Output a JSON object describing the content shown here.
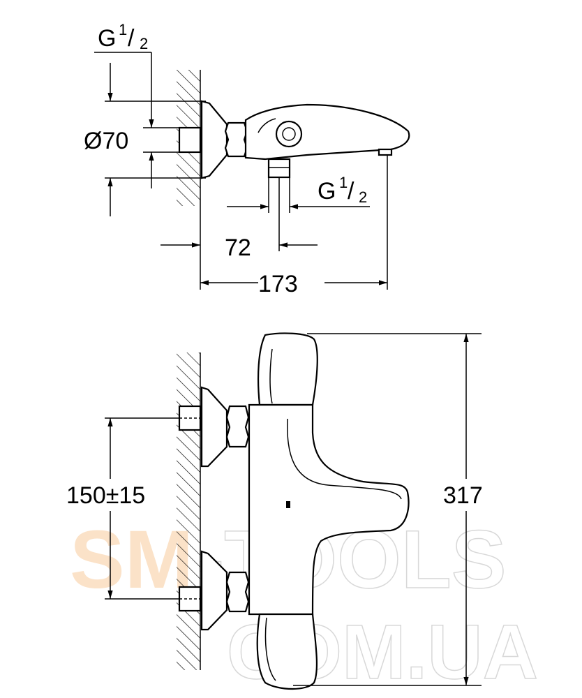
{
  "top_view": {
    "thread_label_top": {
      "letter": "G",
      "num": "1",
      "den": "2"
    },
    "diameter_label": "Ø70",
    "thread_label_outlet": {
      "letter": "G",
      "num": "1",
      "den": "2"
    },
    "dim_72": "72",
    "dim_173": "173"
  },
  "front_view": {
    "dim_centers": "150±15",
    "dim_height": "317"
  },
  "watermark": {
    "part1": "SM",
    "part2": "-TOOLS",
    "line2": "COM.UA"
  },
  "colors": {
    "watermark_fill": "#fbe2c8",
    "watermark_outline": "#d8d8d8"
  }
}
